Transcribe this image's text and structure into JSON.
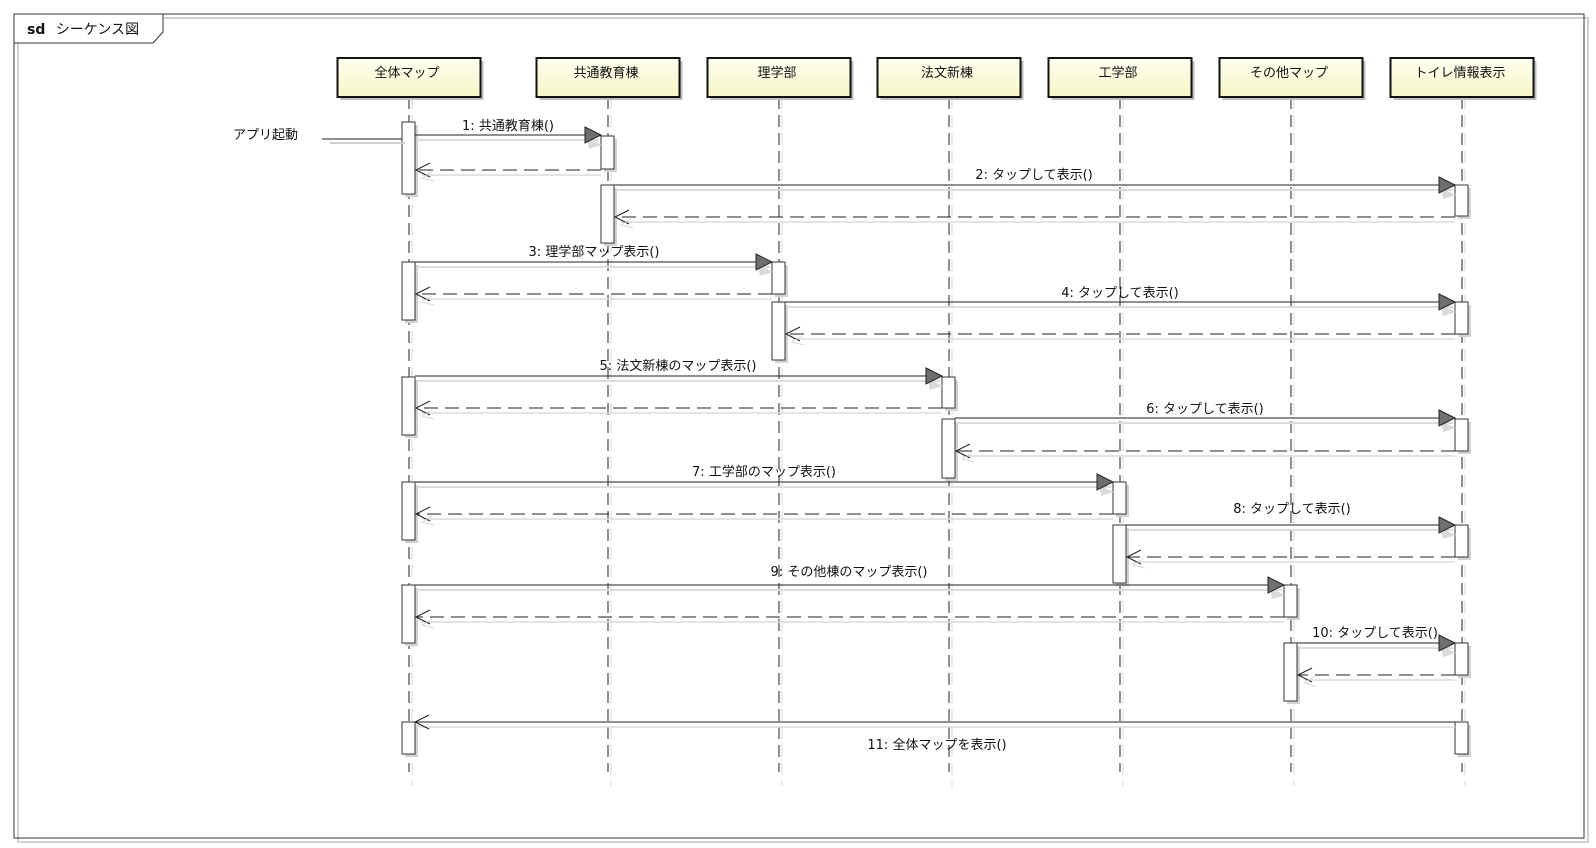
{
  "frame": {
    "keyword": "sd",
    "title": "シーケンス図"
  },
  "actor_label": "アプリ起動",
  "lifelines": [
    {
      "id": "L0",
      "name": "全体マップ"
    },
    {
      "id": "L1",
      "name": "共通教育棟"
    },
    {
      "id": "L2",
      "name": "理学部"
    },
    {
      "id": "L3",
      "name": "法文新棟"
    },
    {
      "id": "L4",
      "name": "工学部"
    },
    {
      "id": "L5",
      "name": "その他マップ"
    },
    {
      "id": "L6",
      "name": "トイレ情報表示"
    }
  ],
  "messages": [
    {
      "label": "1: 共通教育棟()",
      "from": "L0",
      "to": "L1"
    },
    {
      "label": "2: タップして表示()",
      "from": "L1",
      "to": "L6"
    },
    {
      "label": "3: 理学部マップ表示()",
      "from": "L0",
      "to": "L2"
    },
    {
      "label": "4: タップして表示()",
      "from": "L2",
      "to": "L6"
    },
    {
      "label": "5: 法文新棟のマップ表示()",
      "from": "L0",
      "to": "L3"
    },
    {
      "label": "6: タップして表示()",
      "from": "L3",
      "to": "L6"
    },
    {
      "label": "7: 工学部のマップ表示()",
      "from": "L0",
      "to": "L4"
    },
    {
      "label": "8: タップして表示()",
      "from": "L4",
      "to": "L6"
    },
    {
      "label": "9: その他棟のマップ表示()",
      "from": "L0",
      "to": "L5"
    },
    {
      "label": "10: タップして表示()",
      "from": "L5",
      "to": "L6"
    },
    {
      "label": "11: 全体マップを表示()",
      "from": "L6",
      "to": "L0"
    }
  ],
  "colors": {
    "lifeline_header_fill": "#ffffd6",
    "border": "#000000",
    "shadow": "#c8c8c8"
  }
}
